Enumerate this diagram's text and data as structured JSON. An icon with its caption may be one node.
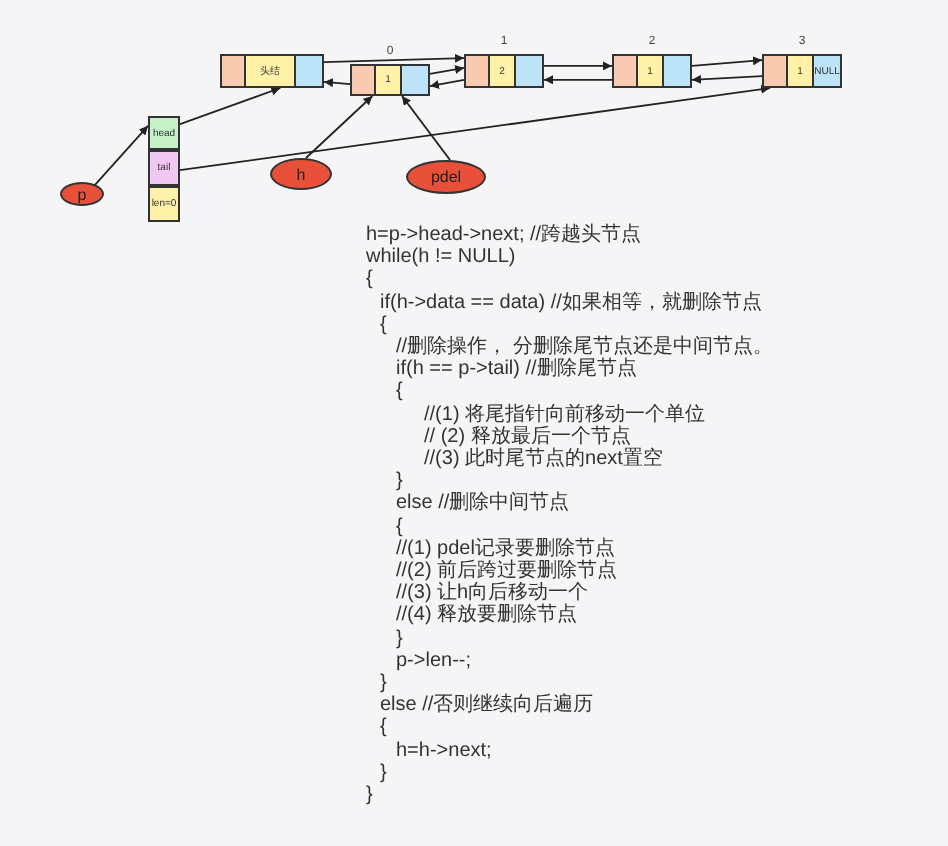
{
  "diagram": {
    "nodes": [
      {
        "text": [
          "头结"
        ]
      },
      {
        "text": [
          "1"
        ],
        "beside": [
          "0"
        ]
      },
      {
        "text": [
          "2"
        ],
        "beside": [
          "1"
        ]
      },
      {
        "text": [
          "1"
        ],
        "beside": [
          "2"
        ]
      },
      {
        "text": [
          "1",
          "NULL"
        ],
        "beside": [
          "3"
        ]
      },
      {
        "text": [
          "head"
        ]
      },
      {
        "text": [
          "tail"
        ]
      },
      {
        "text": [
          "len=0"
        ]
      },
      {
        "text": [
          "p"
        ]
      },
      {
        "text": [
          "h"
        ]
      },
      {
        "text": [
          "pdel"
        ]
      }
    ],
    "edges": [
      {
        "from": 8,
        "to": 5,
        "arrow": "to"
      },
      {
        "from": 5,
        "to": 0,
        "arrow": "to"
      },
      {
        "from": 6,
        "to": 4,
        "arrow": "to"
      },
      {
        "from": 9,
        "to": 1,
        "arrow": "to"
      },
      {
        "from": 10,
        "to": 1,
        "arrow": "to"
      },
      {
        "from": 0,
        "to": 2,
        "arrow": "to"
      },
      {
        "from": 1,
        "to": 2,
        "arrow": "to"
      },
      {
        "from": 2,
        "to": 1,
        "arrow": "to"
      },
      {
        "from": 1,
        "to": 0,
        "arrow": "to"
      },
      {
        "from": 2,
        "to": 3,
        "arrow": "to"
      },
      {
        "from": 3,
        "to": 2,
        "arrow": "to"
      },
      {
        "from": 3,
        "to": 4,
        "arrow": "to"
      },
      {
        "from": 4,
        "to": 3,
        "arrow": "to"
      }
    ],
    "labels": [
      "h=p->head->next; //跨越头节点",
      "while(h != NULL)",
      "{",
      "if(h->data == data) //如果相等，就删除节点",
      "{",
      "//删除操作， 分删除尾节点还是中间节点。",
      "if(h == p->tail) //删除尾节点",
      "{",
      "//(1) 将尾指针向前移动一个单位",
      "// (2) 释放最后一个节点",
      "//(3) 此时尾节点的next置空",
      "}",
      "else //删除中间节点",
      "{",
      "//(1) pdel记录要删除节点",
      "//(2) 前后跨过要删除节点",
      "//(3) 让h向后移动一个",
      "//(4) 释放要删除节点",
      "}",
      "p->len--;",
      "}",
      "else //否则继续向后遍历",
      "{",
      "h=h->next;",
      "}",
      "}"
    ]
  }
}
